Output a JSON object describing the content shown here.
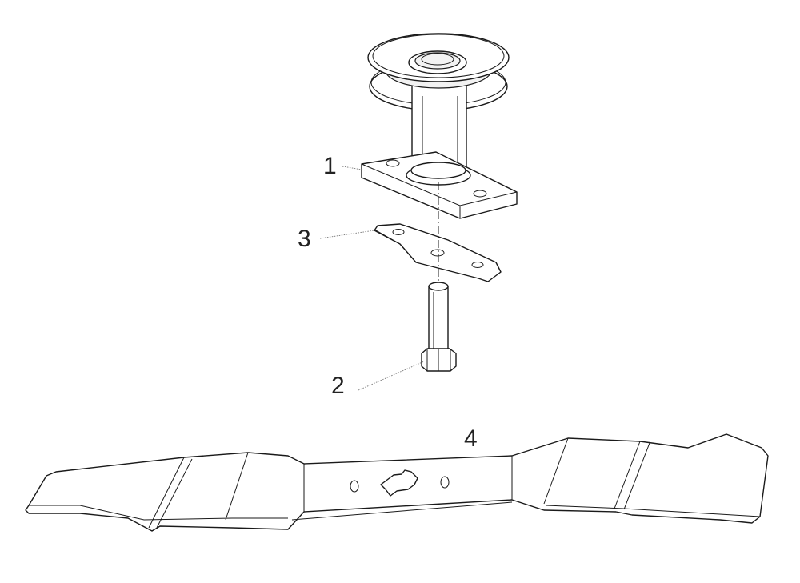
{
  "diagram": {
    "callouts": [
      {
        "id": "pulley",
        "label": "1"
      },
      {
        "id": "bolt",
        "label": "2"
      },
      {
        "id": "plate",
        "label": "3"
      },
      {
        "id": "blade",
        "label": "4"
      }
    ]
  }
}
